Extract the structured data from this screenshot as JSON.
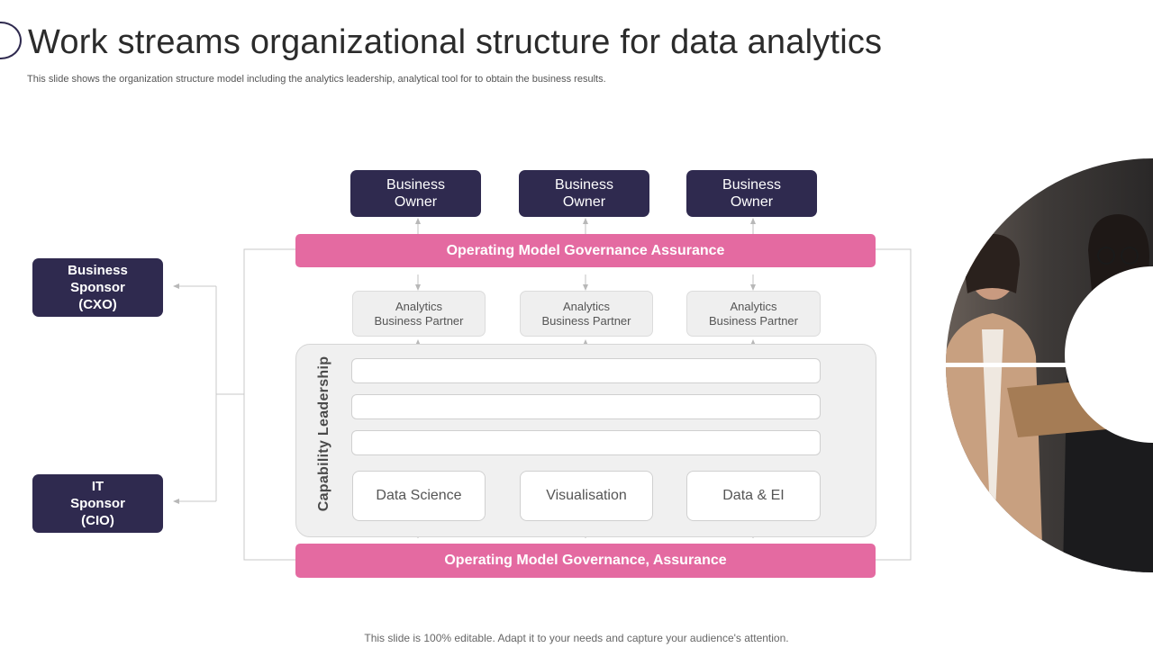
{
  "header": {
    "title": "Work streams organizational structure for data analytics",
    "subtitle": "This slide shows the organization structure  model including the analytics leadership, analytical tool for to  obtain the business results."
  },
  "business_owners": [
    {
      "label": "Business\nOwner"
    },
    {
      "label": "Business\nOwner"
    },
    {
      "label": "Business\nOwner"
    }
  ],
  "governance": {
    "top": "Operating Model Governance Assurance",
    "bottom": "Operating Model Governance, Assurance"
  },
  "partners": [
    {
      "label": "Analytics\nBusiness Partner"
    },
    {
      "label": "Analytics\nBusiness Partner"
    },
    {
      "label": "Analytics\nBusiness Partner"
    }
  ],
  "capability": {
    "label": "Capability Leadership",
    "streams": [
      "Data Science",
      "Visualisation",
      "Data & EI"
    ]
  },
  "sponsors": {
    "business": "Business\nSponsor\n(CXO)",
    "it": "IT\nSponsor\n(CIO)"
  },
  "footer": "This slide is 100% editable. Adapt it to your needs and capture your audience's attention.",
  "colors": {
    "dark": "#2f2a4f",
    "pink": "#e46aa1",
    "panel": "#f0f0f0"
  }
}
